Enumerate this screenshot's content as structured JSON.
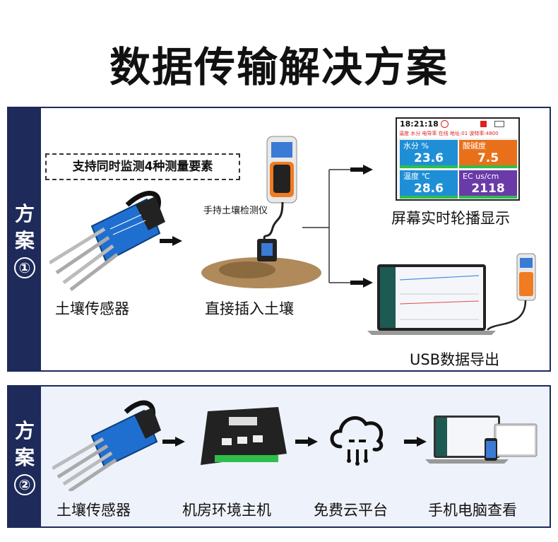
{
  "title": "数据传输解决方案",
  "scheme1": {
    "side_label_1": "方",
    "side_label_2": "案",
    "side_num": "①",
    "note": "支持同时监测4种测量要素",
    "handheld_label": "手持土壤检测仪",
    "sensor_label": "土壤传感器",
    "insert_label": "直接插入土壤",
    "screen_label": "屏幕实时轮播显示",
    "usb_label": "USB数据导出",
    "screen": {
      "time": "18:21:18",
      "status_line": "温度 水分 电导率 在线 地址:01 波特率:4800",
      "tiles": [
        {
          "label": "水分  %",
          "value": "23.6",
          "color": "#1e8fd6"
        },
        {
          "label": "酸碱度",
          "value": "7.5",
          "color": "#e8701a"
        },
        {
          "label": "温度  ℃",
          "value": "28.6",
          "color": "#1e8fd6"
        },
        {
          "label": "EC   us/cm",
          "value": "2118",
          "color": "#6a3aa8"
        }
      ]
    }
  },
  "scheme2": {
    "side_label_1": "方",
    "side_label_2": "案",
    "side_num": "②",
    "steps": [
      "土壤传感器",
      "机房环境主机",
      "免费云平台",
      "手机电脑查看"
    ]
  }
}
